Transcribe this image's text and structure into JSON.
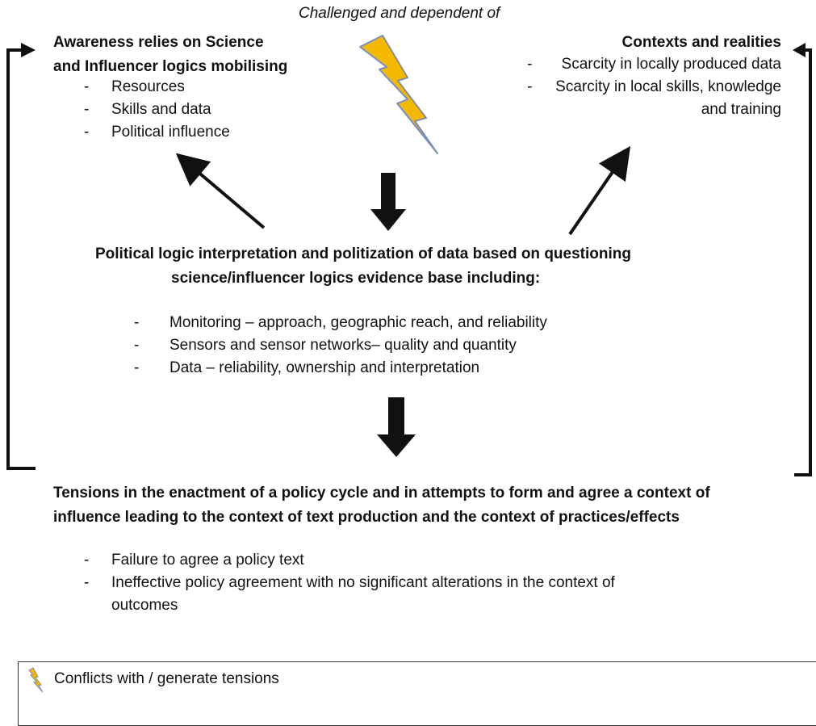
{
  "diagram": {
    "top_caption": "Challenged and dependent of",
    "left_box": {
      "heading_line1": "Awareness relies on Science",
      "heading_line2": "and Influencer logics mobilising",
      "items": [
        "Resources",
        "Skills and data",
        "Political influence"
      ]
    },
    "right_box": {
      "heading": "Contexts and realities",
      "item1": "Scarcity in locally produced data",
      "item2_line1": "Scarcity in local skills, knowledge",
      "item2_line2": "and training"
    },
    "middle_box": {
      "heading_line1": "Political logic interpretation and politization of data based on questioning",
      "heading_line2": "science/influencer logics evidence base including:",
      "items": [
        "Monitoring – approach, geographic reach, and reliability",
        "Sensors and sensor networks– quality and quantity",
        "Data – reliability, ownership and interpretation"
      ]
    },
    "bottom_box": {
      "heading_line1": "Tensions in the enactment of a policy cycle and in attempts to form and agree a context of",
      "heading_line2": "influence leading to the context of text production and the context of practices/effects",
      "item1": "Failure to agree a policy text",
      "item2_line1": "Ineffective policy agreement with no significant alterations in the context of",
      "item2_line2": "outcomes"
    },
    "legend": {
      "label": "Conflicts with / generate tensions",
      "icon": "lightning-bolt-icon"
    },
    "colors": {
      "bolt_fill": "#f5b800",
      "bolt_stroke": "#7a8fb8",
      "arrow": "#111111"
    }
  }
}
